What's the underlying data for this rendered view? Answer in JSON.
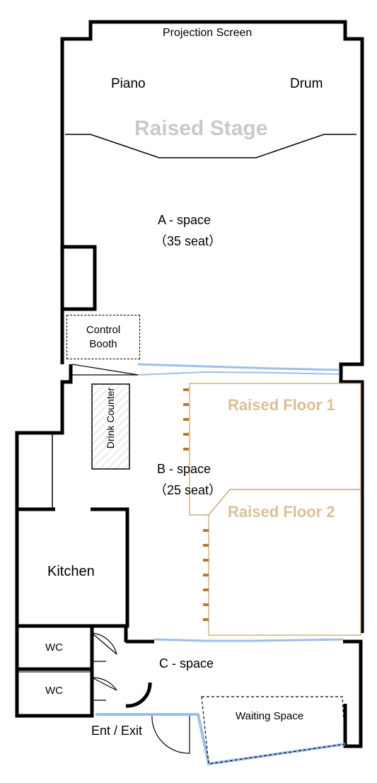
{
  "labels": {
    "projection_screen": "Projection Screen",
    "piano": "Piano",
    "drum": "Drum",
    "raised_stage": "Raised Stage",
    "a_space": "A - space",
    "a_space_seats": "（35 seat）",
    "control_booth_1": "Control",
    "control_booth_2": "Booth",
    "drink_counter": "Drink Counter",
    "raised_floor_1": "Raised Floor 1",
    "raised_floor_2": "Raised Floor 2",
    "b_space": "B - space",
    "b_space_seats": "（25 seat）",
    "kitchen": "Kitchen",
    "wc_1": "WC",
    "wc_2": "WC",
    "c_space": "C - space",
    "waiting_space": "Waiting Space",
    "ent_exit": "Ent / Exit"
  },
  "colors": {
    "wall": "#000000",
    "glass": "#9dbfea",
    "raised_floor_edge": "#c8a064",
    "raised_floor_title": "#dcbf95",
    "step_marker": "#b97a2a",
    "stage_title": "#c9c9c9"
  }
}
